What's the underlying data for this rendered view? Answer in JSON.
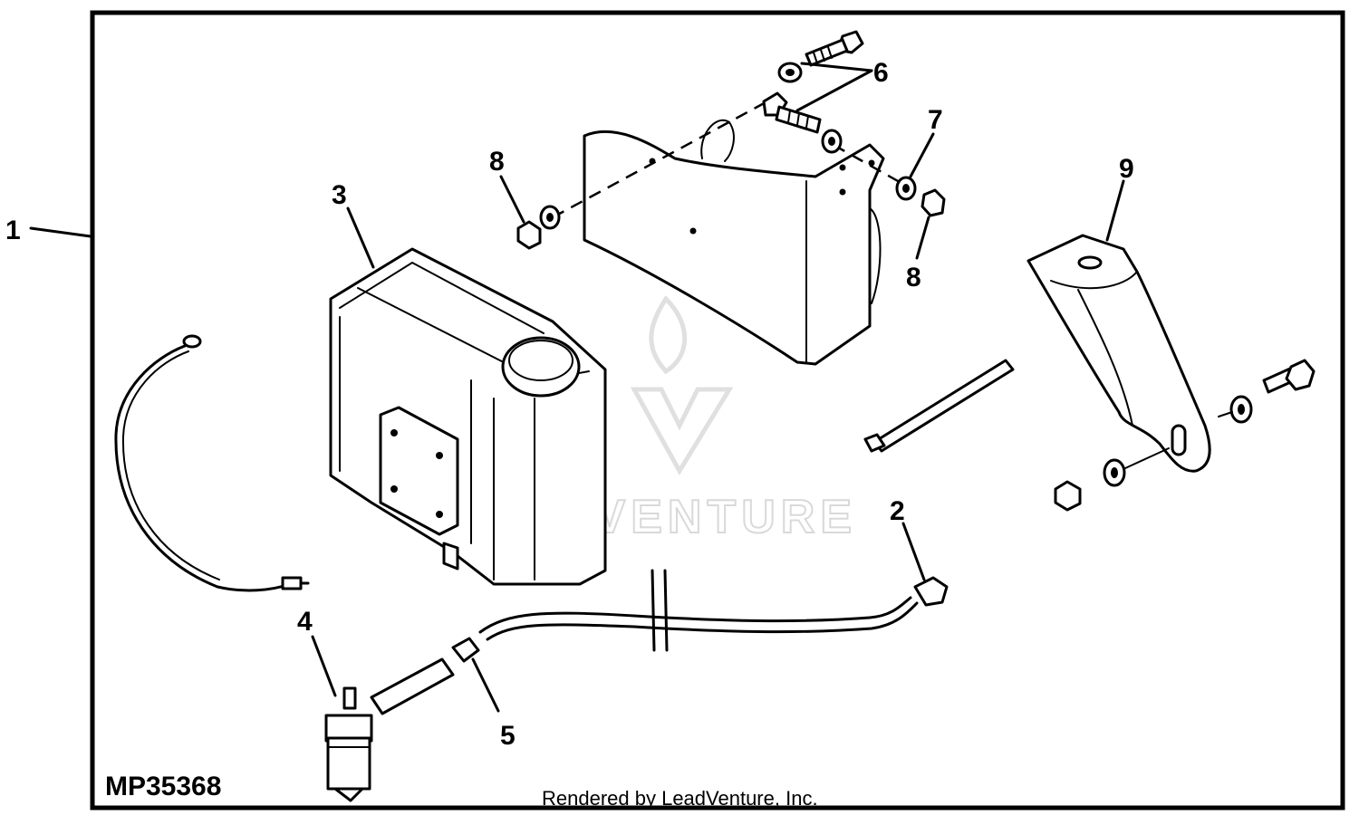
{
  "figure_id": "MP35368",
  "footer": "Rendered by LeadVenture, Inc.",
  "watermark": "LEADVENTURE",
  "callouts": [
    {
      "id": "c1",
      "label": "1"
    },
    {
      "id": "c2",
      "label": "2"
    },
    {
      "id": "c3",
      "label": "3"
    },
    {
      "id": "c4",
      "label": "4"
    },
    {
      "id": "c5",
      "label": "5"
    },
    {
      "id": "c6",
      "label": "6"
    },
    {
      "id": "c7",
      "label": "7"
    },
    {
      "id": "c8a",
      "label": "8"
    },
    {
      "id": "c8b",
      "label": "8"
    },
    {
      "id": "c9",
      "label": "9"
    }
  ]
}
